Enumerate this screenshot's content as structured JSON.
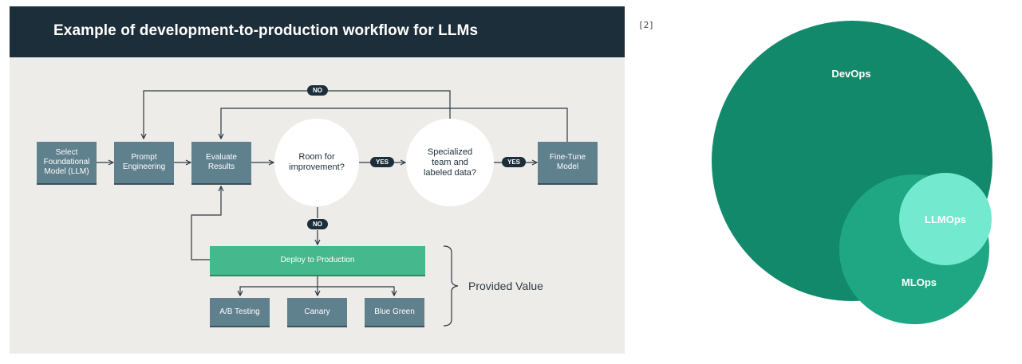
{
  "workflow": {
    "title": "Example of development-to-production workflow for LLMs",
    "steps": {
      "select_model": "Select Foundational Model (LLM)",
      "prompt_engineering": "Prompt Engineering",
      "evaluate_results": "Evaluate Results",
      "room_for_improvement": "Room for improvement?",
      "specialized_team": "Specialized team and labeled data?",
      "fine_tune": "Fine-Tune Model",
      "deploy": "Deploy to Production",
      "ab_testing": "A/B Testing",
      "canary": "Canary",
      "blue_green": "Blue Green"
    },
    "labels": {
      "no_top": "NO",
      "yes_1": "YES",
      "yes_2": "YES",
      "no_bottom": "NO",
      "provided_value": "Provided Value"
    },
    "colors": {
      "header": "#1c2e39",
      "box": "#5f808d",
      "deploy": "#45b88d",
      "background": "#eeece9"
    }
  },
  "reference": "[2]",
  "venn": {
    "outer": "DevOps",
    "middle": "MLOps",
    "inner": "LLMOps",
    "colors": {
      "devops": "#13896b",
      "mlops": "#1fa783",
      "llmops": "#73e9d0"
    }
  }
}
